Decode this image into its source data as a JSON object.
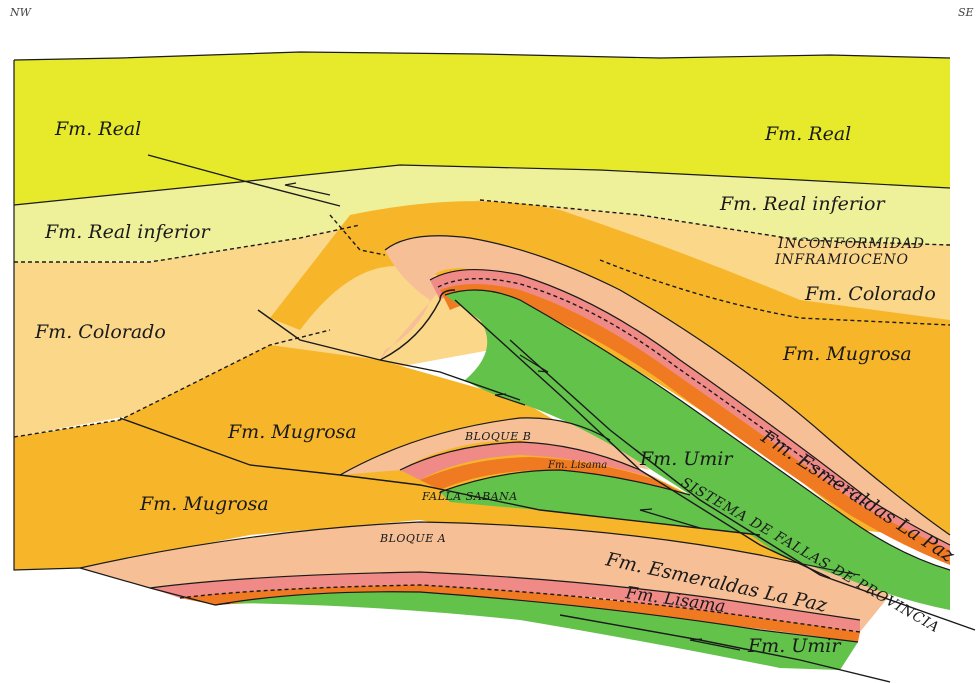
{
  "orientation": {
    "left": "NW",
    "right": "SE"
  },
  "colors": {
    "real": "#e6ea2a",
    "real_inferior": "#eef09a",
    "colorado": "#fbd78a",
    "mugrosa": "#f7b62a",
    "esmeraldas": "#f6bf96",
    "lisama_pink": "#f08a86",
    "lisama_orange": "#f07a22",
    "umir": "#62c24a"
  },
  "labels": {
    "real_left": "Fm. Real",
    "real_right": "Fm. Real",
    "real_inferior_left": "Fm. Real inferior",
    "real_inferior_right": "Fm. Real inferior",
    "inconformidad_1": "INCONFORMIDAD",
    "inconformidad_2": "INFRAMIOCENO",
    "colorado_left": "Fm. Colorado",
    "colorado_right": "Fm. Colorado",
    "mugrosa_right": "Fm. Mugrosa",
    "mugrosa_mid": "Fm. Mugrosa",
    "mugrosa_low": "Fm. Mugrosa",
    "bloque_b": "BLOQUE B",
    "lisama_small": "Fm. Lisama",
    "umir_mid": "Fm. Umir",
    "esmeraldas_upper": "Fm. Esmeraldas La Paz",
    "falla_sabana": "FALLA SABANA",
    "sistema_fallas": "SISTEMA DE FALLAS DE PROVINCIA",
    "bloque_a": "BLOQUE A",
    "esmeraldas_lower": "Fm. Esmeraldas La Paz",
    "lisama_lower": "Fm. Lisama",
    "umir_lower": "Fm. Umir"
  }
}
